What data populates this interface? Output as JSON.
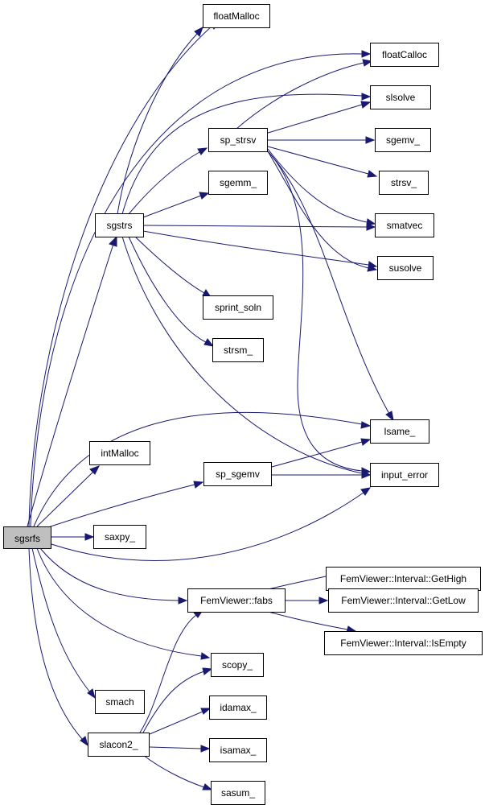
{
  "graph": {
    "nodes": {
      "sgsrfs": "sgsrfs",
      "floatMalloc": "floatMalloc",
      "floatCalloc": "floatCalloc",
      "slsolve": "slsolve",
      "sp_strsv": "sp_strsv",
      "sgemv_": "sgemv_",
      "strsv_": "strsv_",
      "sgemm_": "sgemm_",
      "sgstrs": "sgstrs",
      "smatvec": "smatvec",
      "susolve": "susolve",
      "sprint_soln": "sprint_soln",
      "strsm_": "strsm_",
      "lsame_": "lsame_",
      "intMalloc": "intMalloc",
      "sp_sgemv": "sp_sgemv",
      "input_error": "input_error",
      "saxpy_": "saxpy_",
      "getHigh": "FemViewer::Interval::GetHigh",
      "fabs": "FemViewer::fabs",
      "getLow": "FemViewer::Interval::GetLow",
      "isEmpty": "FemViewer::Interval::IsEmpty",
      "scopy_": "scopy_",
      "smach": "smach",
      "idamax_": "idamax_",
      "slacon2_": "slacon2_",
      "isamax_": "isamax_",
      "sasum_": "sasum_"
    },
    "colors": {
      "edge": "#191970",
      "root_fill": "#bfbfbf",
      "node_fill": "#ffffff"
    }
  }
}
